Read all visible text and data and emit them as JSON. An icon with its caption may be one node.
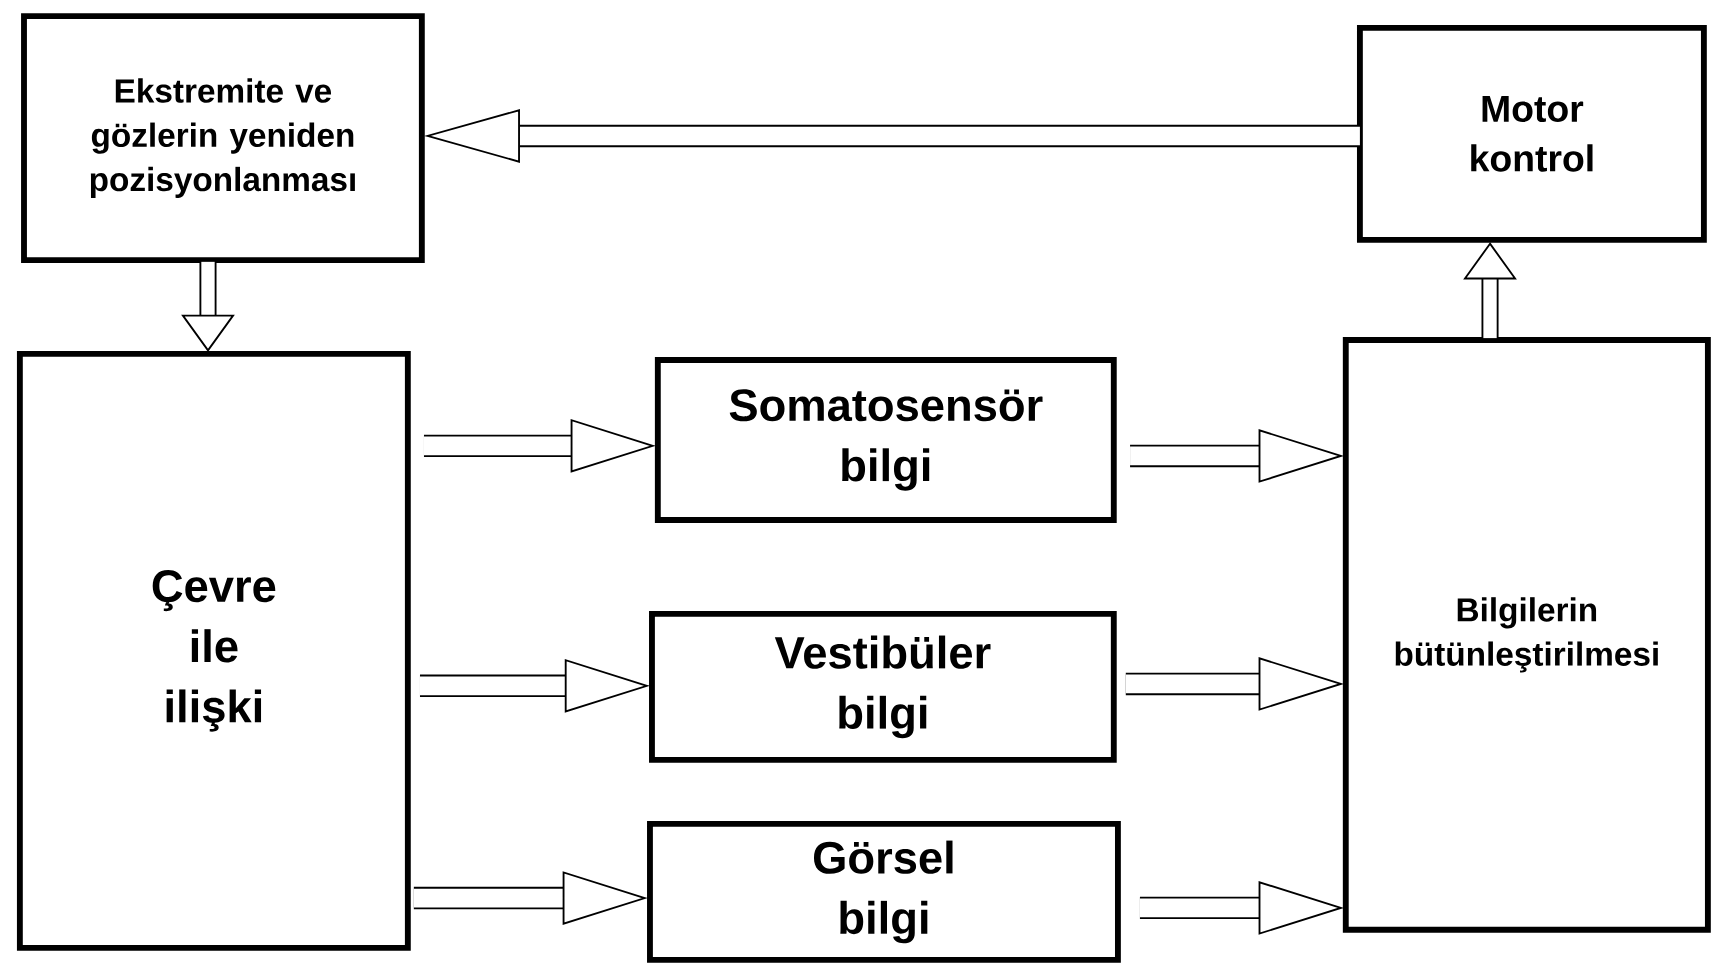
{
  "diagram": {
    "nodes": [
      {
        "text": [
          "Ekstremite ve gözlerin yeniden pozisyonlanması"
        ]
      },
      {
        "text": [
          "Motor kontrol"
        ]
      },
      {
        "text": [
          "Çevre ile ilişki"
        ]
      },
      {
        "text": [
          "Somatosensör bilgi"
        ]
      },
      {
        "text": [
          "Vestibüler bilgi"
        ]
      },
      {
        "text": [
          "Görsel bilgi"
        ]
      },
      {
        "text": [
          "Bilgilerin bütünleştirilmesi"
        ]
      }
    ],
    "edges": [
      {
        "from": 1,
        "to": 0,
        "arrow": "to"
      },
      {
        "from": 0,
        "to": 2,
        "arrow": "to"
      },
      {
        "from": 6,
        "to": 1,
        "arrow": "to"
      },
      {
        "from": 2,
        "to": 3,
        "arrow": "to"
      },
      {
        "from": 2,
        "to": 4,
        "arrow": "to"
      },
      {
        "from": 2,
        "to": 5,
        "arrow": "to"
      },
      {
        "from": 3,
        "to": 6,
        "arrow": "to"
      },
      {
        "from": 4,
        "to": 6,
        "arrow": "to"
      },
      {
        "from": 5,
        "to": 6,
        "arrow": "to"
      }
    ]
  }
}
